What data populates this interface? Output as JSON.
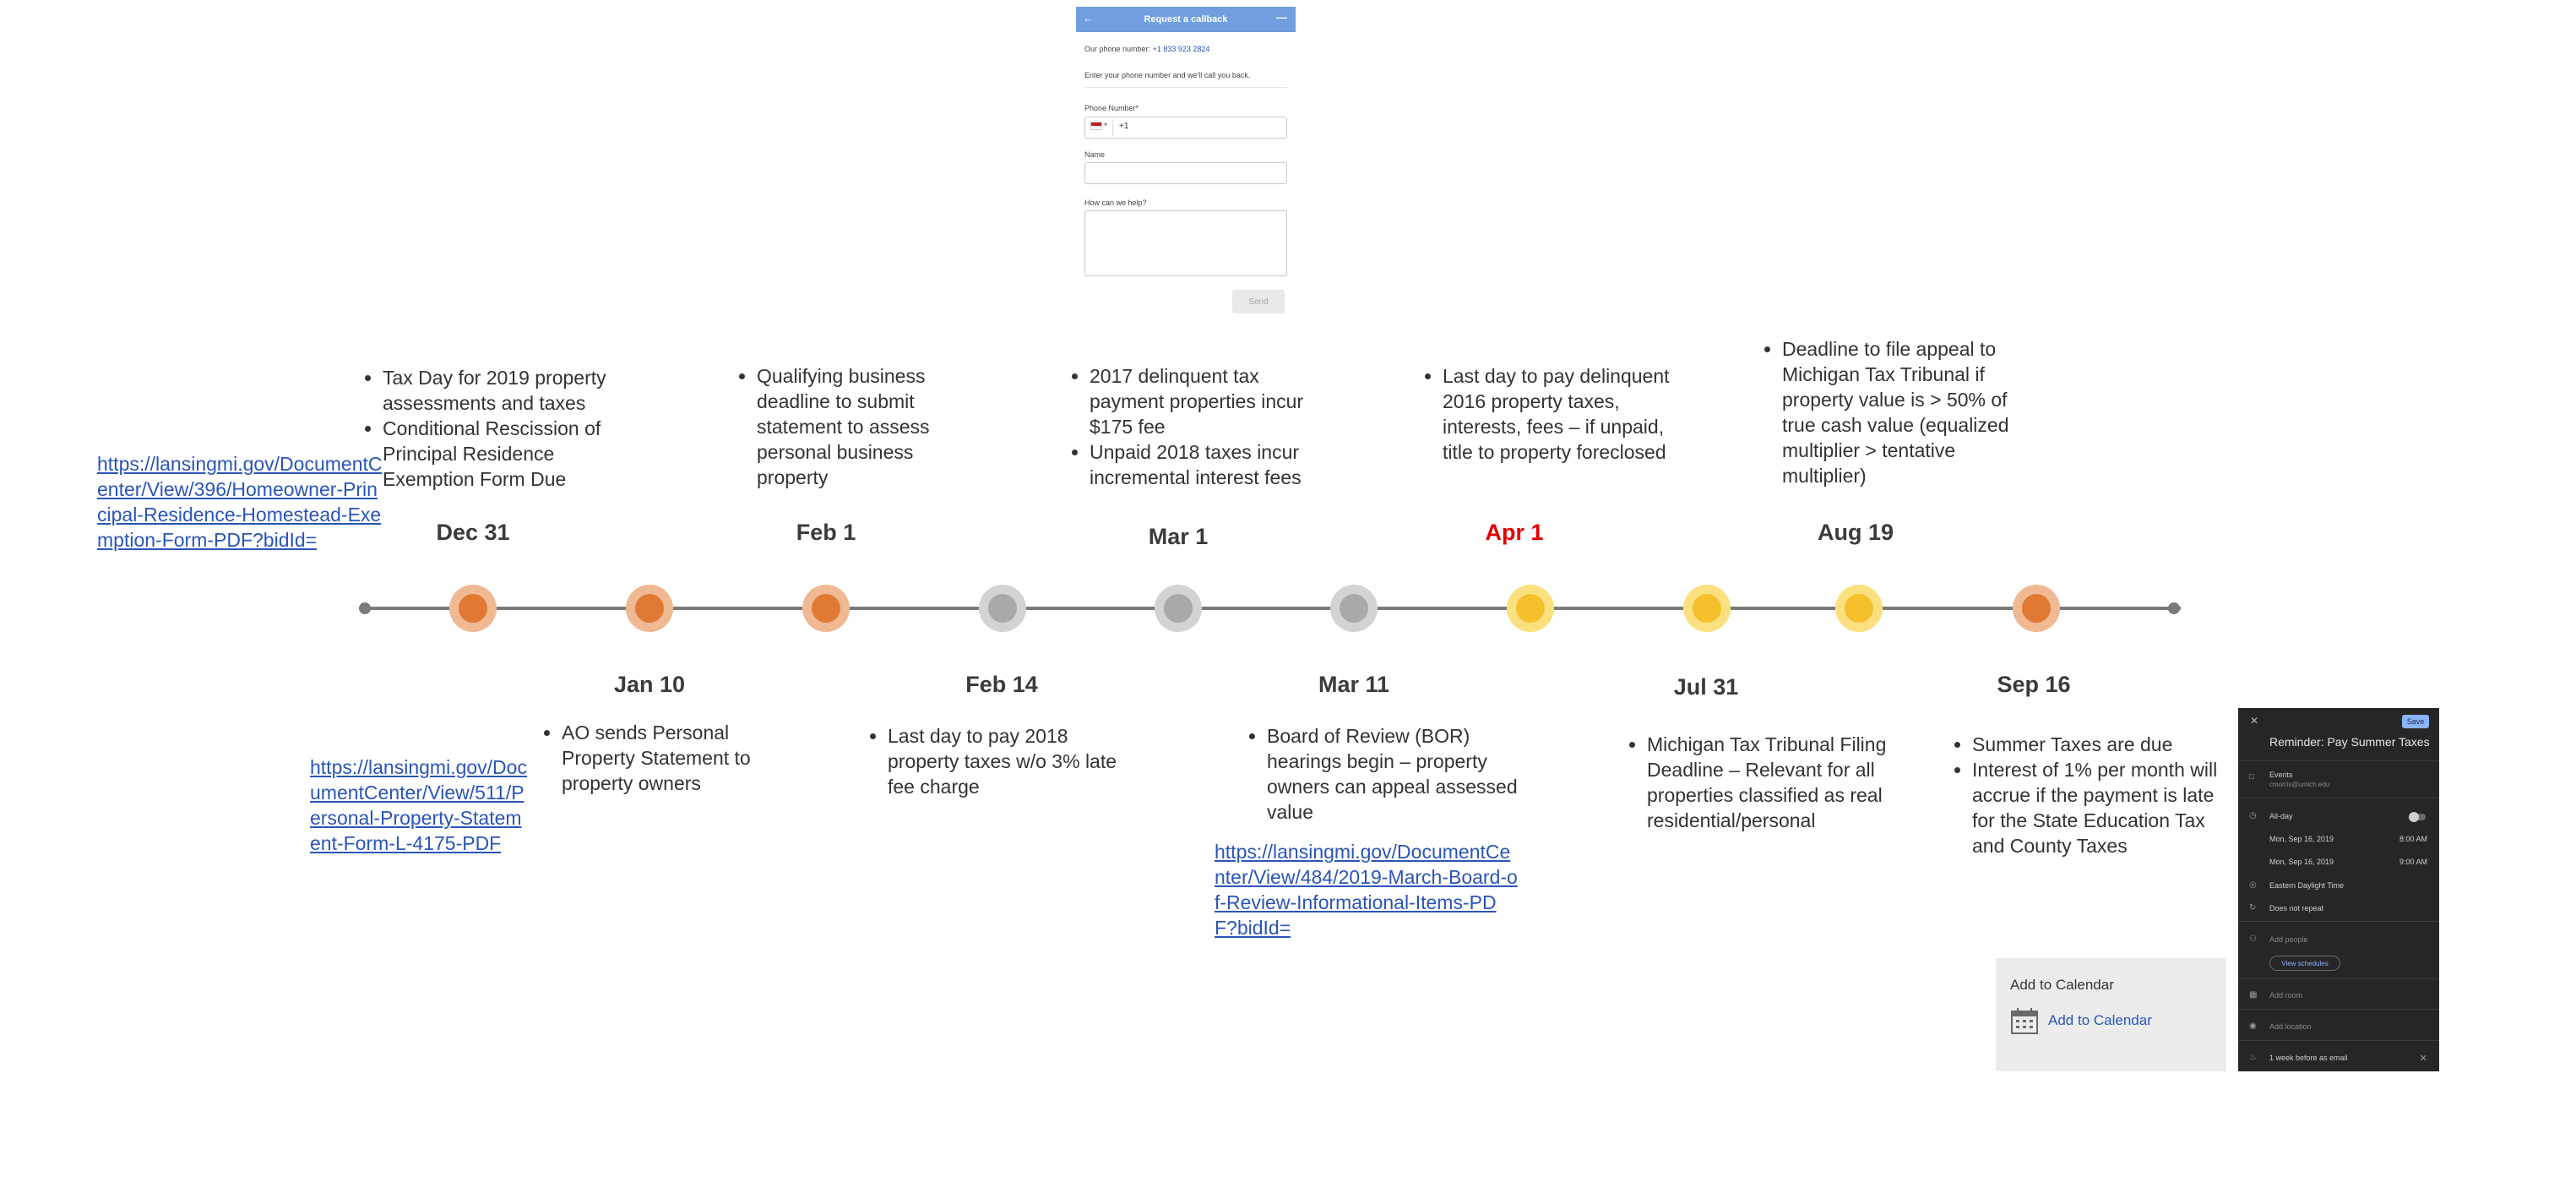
{
  "callback": {
    "title": "Request a callback",
    "back_icon": "back-arrow-icon",
    "minimize_icon": "minimize-icon",
    "phone_prefix": "Our phone number:",
    "phone_number": "+1 833 923 2824",
    "intro": "Enter your phone number and we'll call you back.",
    "phone_label": "Phone Number*",
    "country_code": "+1",
    "name_label": "Name",
    "help_label": "How can we help?",
    "send_label": "Send"
  },
  "timeline": {
    "top_events": [
      {
        "date": "Dec 31",
        "bullets": [
          "Tax Day for 2019 property assessments and taxes",
          "Conditional Rescission of Principal Residence Exemption Form Due"
        ],
        "color": "#3b3b3b"
      },
      {
        "date": "Feb 1",
        "bullets": [
          "Qualifying business deadline to submit statement to assess personal business property"
        ],
        "color": "#3b3b3b"
      },
      {
        "date": "Mar 1",
        "bullets": [
          "2017 delinquent tax payment properties incur $175 fee",
          "Unpaid 2018 taxes incur incremental interest fees"
        ],
        "color": "#3b3b3b"
      },
      {
        "date": "Apr 1",
        "bullets": [
          "Last day to pay delinquent 2016 property taxes, interests, fees – if unpaid, title to property foreclosed"
        ],
        "color": "#e00000"
      },
      {
        "date": "Aug 19",
        "bullets": [
          "Deadline to file appeal to Michigan Tax Tribunal if property value is > 50% of true cash value (equalized multiplier > tentative multiplier)"
        ],
        "color": "#3b3b3b"
      }
    ],
    "bottom_events": [
      {
        "date": "Jan 10",
        "bullets": [
          "AO sends Personal Property Statement to property owners"
        ]
      },
      {
        "date": "Feb 14",
        "bullets": [
          "Last day to pay 2018 property taxes w/o 3% late fee charge"
        ]
      },
      {
        "date": "Mar 11",
        "bullets": [
          "Board of Review (BOR) hearings begin – property owners can appeal assessed value"
        ]
      },
      {
        "date": "Jul 31",
        "bullets": [
          "Michigan Tax Tribunal Filing Deadline – Relevant for all properties classified as real residential/personal"
        ]
      },
      {
        "date": "Sep 16",
        "bullets": [
          "Summer Taxes are due",
          "Interest of 1% per month will accrue if the payment is late for the State Education Tax and County Taxes"
        ]
      }
    ],
    "node_colors": [
      "orange",
      "orange",
      "orange",
      "gray",
      "gray",
      "gray",
      "yellow",
      "yellow",
      "yellow",
      "orange"
    ]
  },
  "links": {
    "homestead": "https://lansingmi.gov/DocumentCenter/View/396/Homeowner-Principal-Residence-Homestead-Exemption-Form-PDF?bidId=",
    "personal_property": "https://lansingmi.gov/DocumentCenter/View/511/Personal-Property-Statement-Form-L-4175-PDF",
    "board_of_review": "https://lansingmi.gov/DocumentCenter/View/484/2019-March-Board-of-Review-Informational-Items-PDF?bidId="
  },
  "add_to_calendar": {
    "title": "Add to Calendar",
    "link": "Add to Calendar",
    "icon": "calendar-icon"
  },
  "reminder": {
    "save_label": "Save",
    "title": "Reminder: Pay Summer Taxes",
    "calendar_name": "Events",
    "calendar_email": "cmorris@umich.edu",
    "all_day": "All-day",
    "start_date": "Mon, Sep 16, 2019",
    "start_time": "8:00 AM",
    "end_date": "Mon, Sep 16, 2019",
    "end_time": "9:00 AM",
    "timezone": "Eastern Daylight Time",
    "repeat": "Does not repeat",
    "add_people": "Add people",
    "view_schedules": "View schedules",
    "add_room": "Add room",
    "add_location": "Add location",
    "notification": "1 week before as email"
  }
}
